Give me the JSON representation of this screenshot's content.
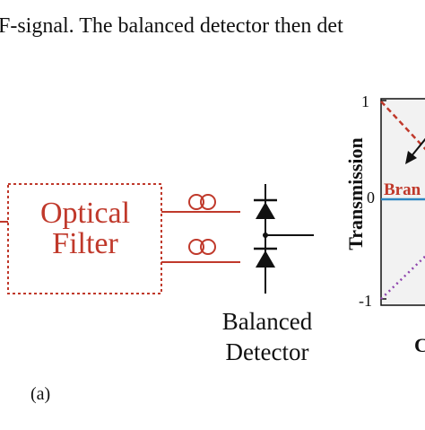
{
  "header_text": "F-signal.  The balanced detector then det",
  "filter": {
    "line1": "Optical",
    "line2": "Filter",
    "color": "#c0392b"
  },
  "detector": {
    "line1": "Balanced",
    "line2": "Detector"
  },
  "figure_label": "(a)",
  "plot": {
    "y_axis_label": "Transmission",
    "ticks": [
      "1",
      "0",
      "-1"
    ],
    "branch_label": "Bran",
    "bottom_label": "C"
  },
  "colors": {
    "red": "#c0392b",
    "blue": "#2e86c1",
    "purple": "#8e44ad",
    "black": "#111111",
    "panel": "#f2f2f2"
  }
}
